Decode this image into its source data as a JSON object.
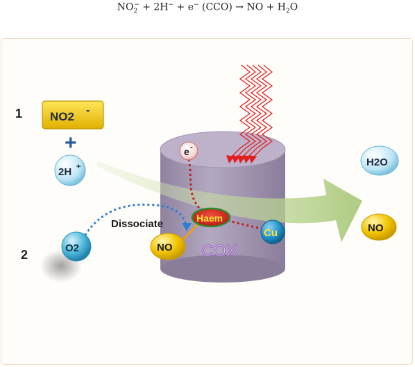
{
  "equation": {
    "lhs_a": "NO",
    "lhs_a_sub": "2",
    "lhs_a_sup": "−",
    "lhs_b": " + 2H",
    "lhs_b_sup": "−",
    "lhs_c": " + e",
    "lhs_c_sup": "−",
    "lhs_d": " (CCO) → NO + H",
    "rhs_sub": "2",
    "rhs_e": "O"
  },
  "diagram": {
    "step1_number": "1",
    "step2_number": "2",
    "nitrite_label": "NO2",
    "nitrite_charge": "-",
    "plus_sign": "+",
    "proton_label": "2H",
    "proton_charge": "+",
    "oxygen_label": "O2",
    "dissociate_label": "Dissociate",
    "electron_label": "e",
    "electron_charge": "-",
    "haem_label": "Haem",
    "cu_label": "Cu",
    "no_left_label": "NO",
    "cox_label": "COX",
    "water_label": "H2O",
    "no_right_label": "NO"
  },
  "colors": {
    "cylinder": "#a79bb6",
    "arrow_green": "#b5cf8a",
    "nitrite_box": "#f2c500",
    "ion_blue": "#4eb8dc",
    "no_yellow": "#f2c500",
    "haem_red": "#d8261d",
    "cu_blue": "#1e90c8",
    "light_red": "#e02020",
    "cox_text": "#c9a8e6"
  }
}
